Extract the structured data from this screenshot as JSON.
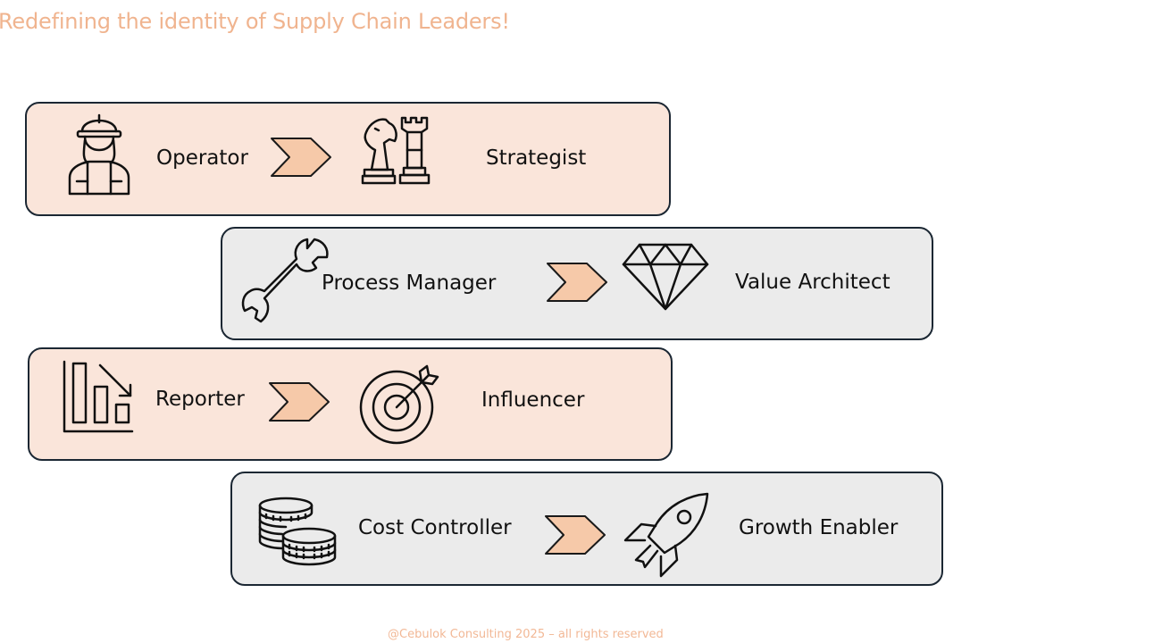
{
  "title": "Redefining the identity of Supply Chain Leaders!",
  "footer": "@Cebulok Consulting 2025 – all rights reserved",
  "colors": {
    "title": "#f0b48f",
    "peach_card": "#fae5da",
    "grey_card": "#ebebeb",
    "card_border": "#1b2733",
    "arrow_fill": "#f6c9a9"
  },
  "transitions": [
    {
      "from": "Operator",
      "from_icon": "worker-icon",
      "to": "Strategist",
      "to_icon": "chess-pieces-icon"
    },
    {
      "from": "Process Manager",
      "from_icon": "wrench-icon",
      "to": "Value Architect",
      "to_icon": "diamond-icon"
    },
    {
      "from": "Reporter",
      "from_icon": "declining-bar-chart-icon",
      "to": "Influencer",
      "to_icon": "target-icon"
    },
    {
      "from": "Cost Controller",
      "from_icon": "coins-icon",
      "to": "Growth Enabler",
      "to_icon": "rocket-icon"
    }
  ]
}
